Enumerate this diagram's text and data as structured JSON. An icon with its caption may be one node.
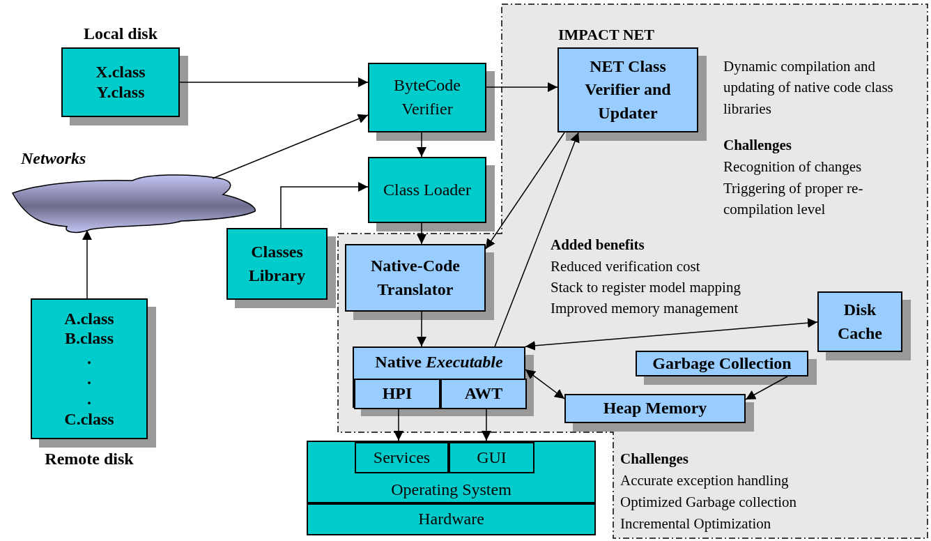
{
  "diagram": {
    "nodes": [
      {
        "text": [
          "IMPACT NET"
        ]
      },
      {
        "text": [
          "Local disk",
          "X.class Y.class"
        ]
      },
      {
        "text": [
          "ByteCode Verifier"
        ]
      },
      {
        "text": [
          "NET Class Verifier and Updater"
        ],
        "in": 0
      },
      {
        "text": [
          "Networks"
        ]
      },
      {
        "text": [
          "Class Loader"
        ]
      },
      {
        "text": [
          "Classes Library"
        ]
      },
      {
        "text": [
          "Native-Code Translator"
        ],
        "in": 0
      },
      {
        "text": [
          "Disk Cache"
        ],
        "in": 0
      },
      {
        "text": [
          "Native *Executable*"
        ],
        "in": 0
      },
      {
        "text": [
          "HPI"
        ],
        "in": 9
      },
      {
        "text": [
          "AWT"
        ],
        "in": 9
      },
      {
        "text": [
          "Garbage Collection"
        ],
        "in": 0
      },
      {
        "text": [
          "Heap Memory"
        ],
        "in": 0
      },
      {
        "text": [
          "A.class B.class . . . C.class",
          "Remote disk"
        ]
      },
      {
        "text": [
          "Operating System"
        ]
      },
      {
        "text": [
          "Services"
        ],
        "in": 15
      },
      {
        "text": [
          "GUI"
        ],
        "in": 15
      },
      {
        "text": [
          "Hardware"
        ]
      }
    ],
    "edges": [
      {
        "from": 1,
        "to": 2,
        "arrow": "to"
      },
      {
        "from": 4,
        "to": 2,
        "arrow": "to"
      },
      {
        "from": 2,
        "to": 3,
        "arrow": "to"
      },
      {
        "from": 2,
        "to": 5,
        "arrow": "to"
      },
      {
        "from": 6,
        "to": 5,
        "arrow": "to"
      },
      {
        "from": 5,
        "to": 7,
        "arrow": "to"
      },
      {
        "from": 3,
        "to": 7,
        "arrow": "to"
      },
      {
        "from": 9,
        "to": 3,
        "arrow": "to"
      },
      {
        "from": 7,
        "to": 9,
        "arrow": "to"
      },
      {
        "from": 9,
        "to": 8,
        "arrow": "both"
      },
      {
        "from": 9,
        "to": 13,
        "arrow": "both"
      },
      {
        "from": 12,
        "to": 13,
        "arrow": "to"
      },
      {
        "from": 14,
        "to": 4,
        "arrow": "to"
      },
      {
        "from": 10,
        "to": 16,
        "arrow": "to"
      },
      {
        "from": 11,
        "to": 17,
        "arrow": "to"
      }
    ],
    "labels": [
      "Dynamic compilation and updating of native code class libraries",
      "Challenges",
      "Recognition of changes",
      "Triggering of proper re-compilation level",
      "Added benefits",
      "Reduced verification cost",
      "Stack to register model mapping",
      "Improved memory management",
      "Challenges",
      "Accurate exception handling",
      "Optimized Garbage collection",
      "Incremental Optimization"
    ]
  }
}
